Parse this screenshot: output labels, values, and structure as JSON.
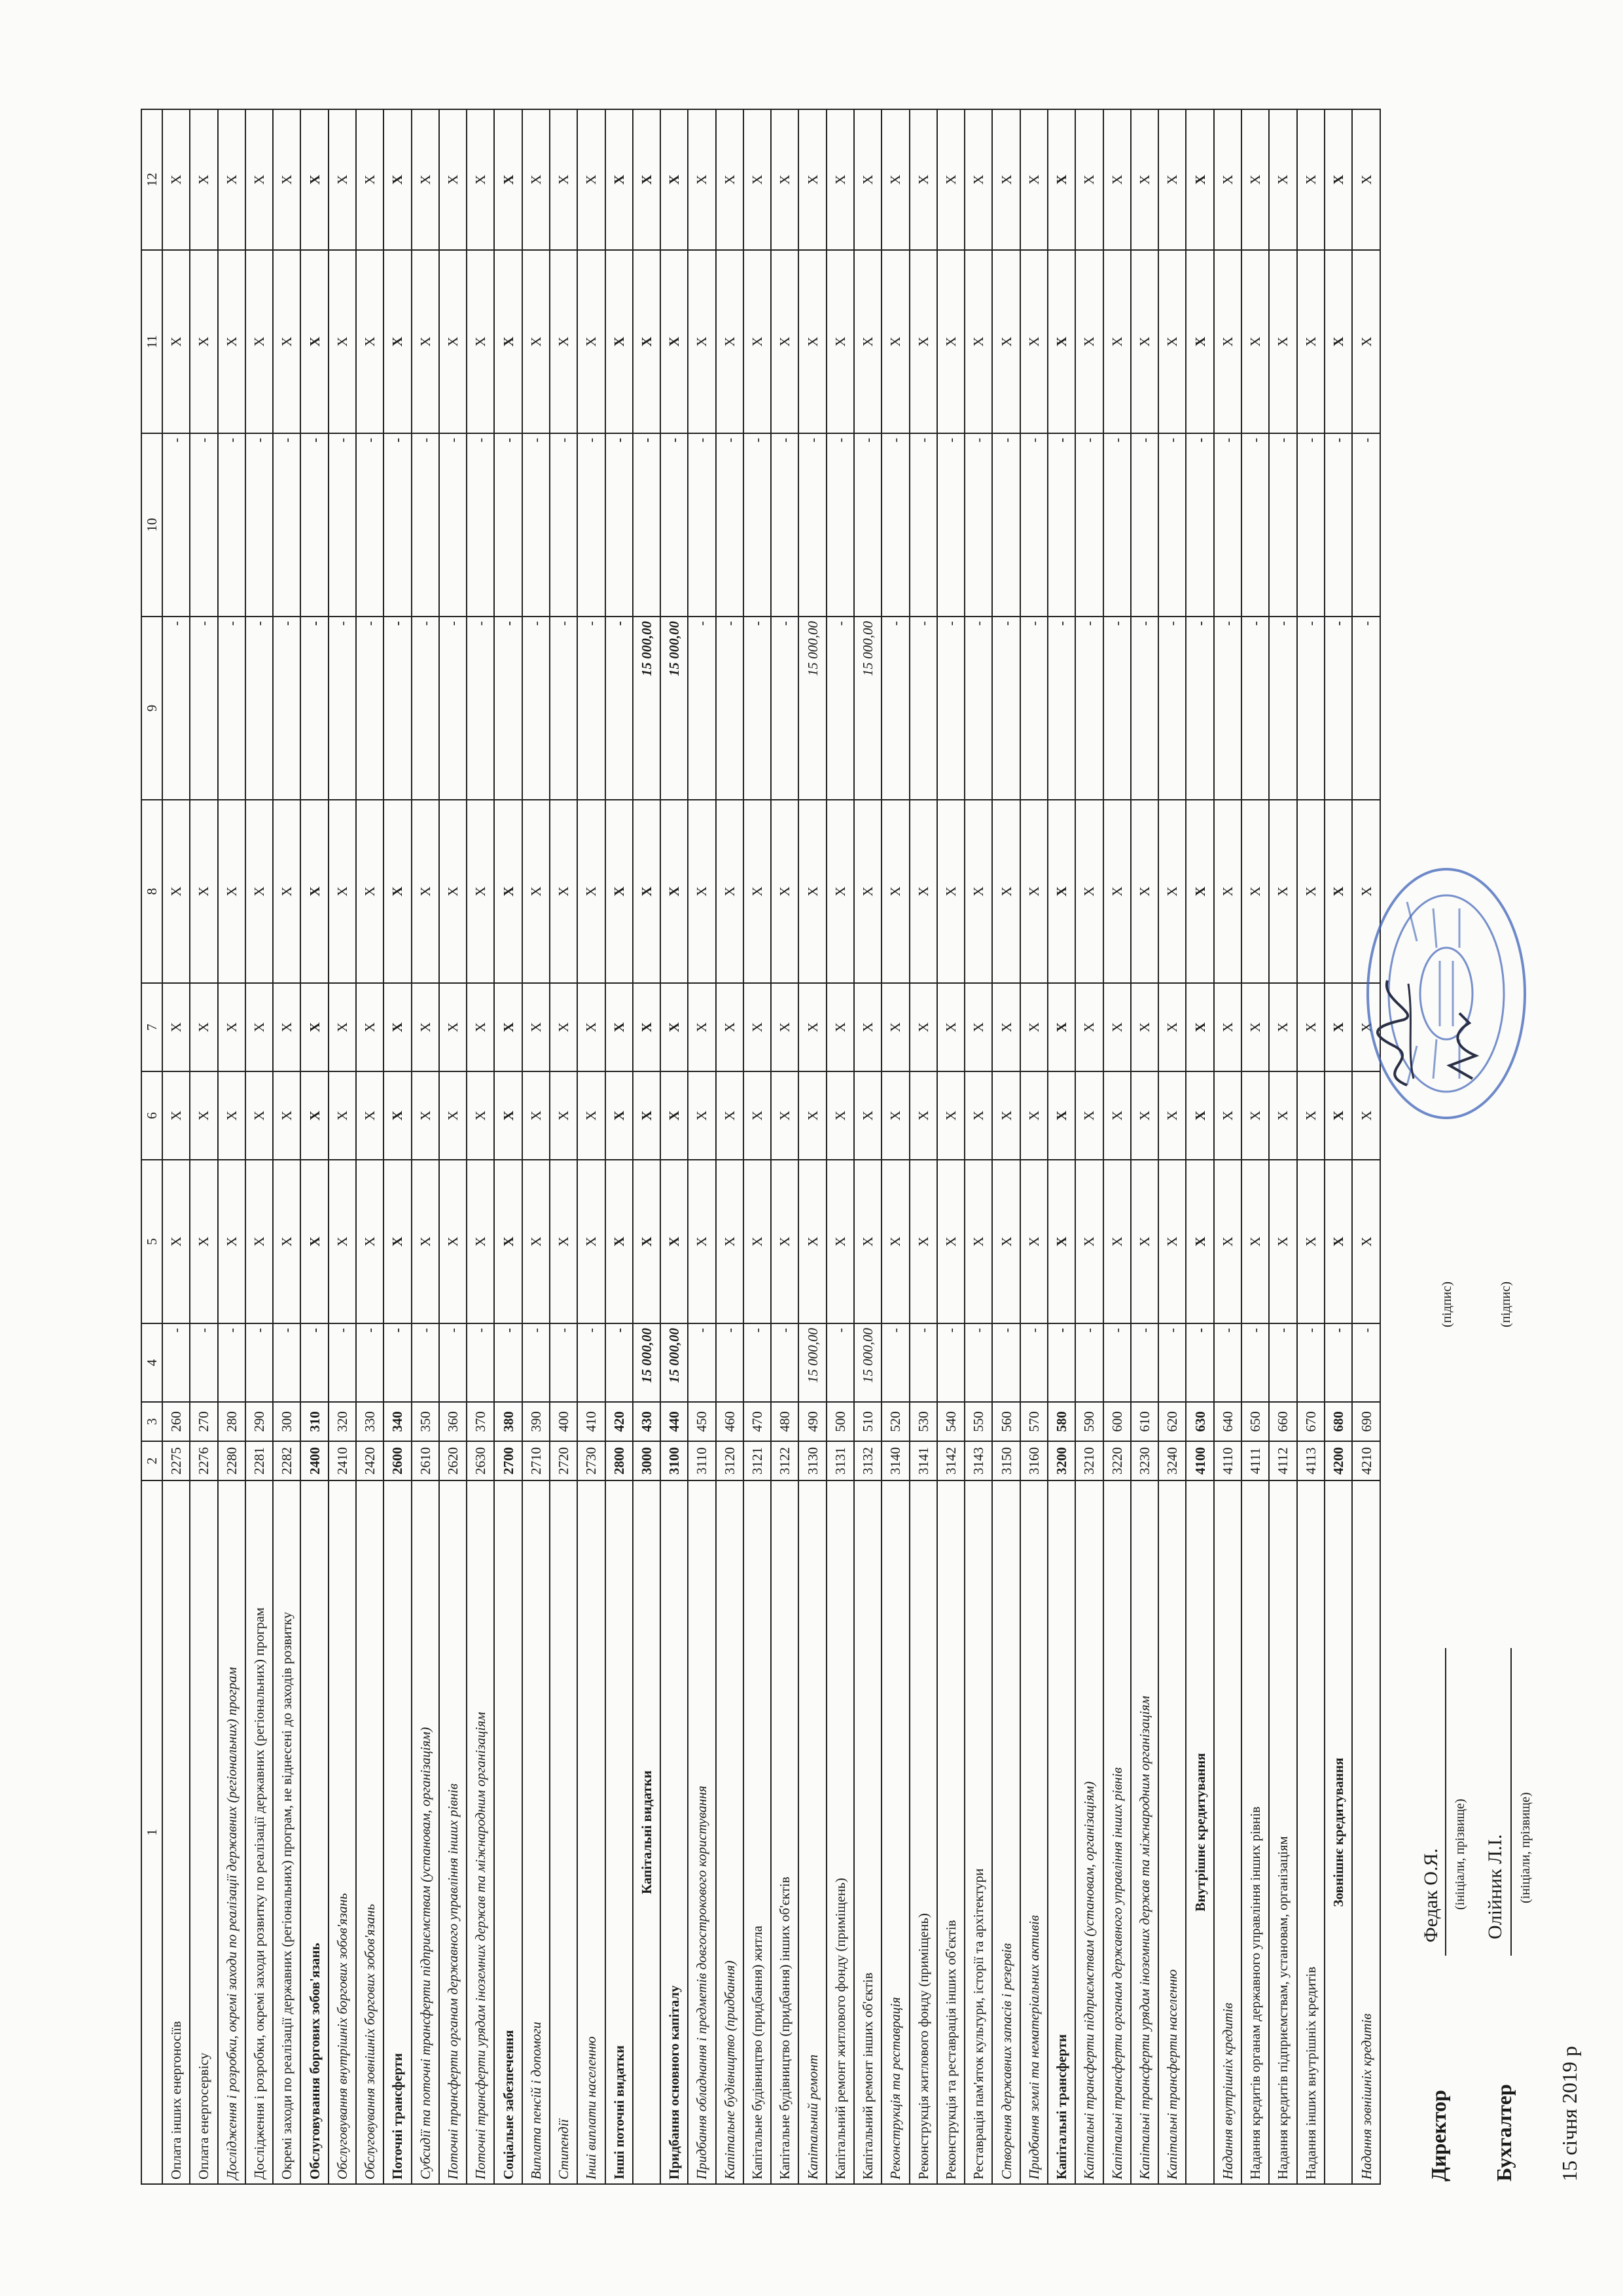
{
  "header": [
    "1",
    "2",
    "3",
    "4",
    "5",
    "6",
    "7",
    "8",
    "9",
    "10",
    "11",
    "12"
  ],
  "rows": [
    {
      "name": "Оплата інших енергоносіїв",
      "kekv": "2275",
      "line": "260",
      "s": ""
    },
    {
      "name": "Оплата енергосервісу",
      "kekv": "2276",
      "line": "270",
      "s": ""
    },
    {
      "name": "Дослідження і розробки, окремі заходи по реалізації державних (регіональних) програм",
      "kekv": "2280",
      "line": "280",
      "s": "i"
    },
    {
      "name": "Дослідження і розробки, окремі заходи розвитку по реалізації державних (регіональних) програм",
      "kekv": "2281",
      "line": "290",
      "s": ""
    },
    {
      "name": "Окремі заходи по реалізації державних (регіональних) програм, не віднесені до заходів розвитку",
      "kekv": "2282",
      "line": "300",
      "s": ""
    },
    {
      "name": "Обслуговування боргових зобов'язань",
      "kekv": "2400",
      "line": "310",
      "s": "b"
    },
    {
      "name": "Обслуговування внутрішніх боргових зобов'язань",
      "kekv": "2410",
      "line": "320",
      "s": "i"
    },
    {
      "name": "Обслуговування зовнішніх боргових зобов'язань",
      "kekv": "2420",
      "line": "330",
      "s": "i"
    },
    {
      "name": "Поточні трансферти",
      "kekv": "2600",
      "line": "340",
      "s": "b"
    },
    {
      "name": "Субсидії та поточні трансферти підприємствам (установам, організаціям)",
      "kekv": "2610",
      "line": "350",
      "s": "i"
    },
    {
      "name": "Поточні трансферти органам державного управління інших рівнів",
      "kekv": "2620",
      "line": "360",
      "s": "i"
    },
    {
      "name": "Поточні трансферти урядам іноземних держав та міжнародним організаціям",
      "kekv": "2630",
      "line": "370",
      "s": "i"
    },
    {
      "name": "Соціальне забезпечення",
      "kekv": "2700",
      "line": "380",
      "s": "b"
    },
    {
      "name": "Виплата пенсій і допомоги",
      "kekv": "2710",
      "line": "390",
      "s": "i"
    },
    {
      "name": "Стипендії",
      "kekv": "2720",
      "line": "400",
      "s": "i"
    },
    {
      "name": "Інші виплати населенню",
      "kekv": "2730",
      "line": "410",
      "s": "i"
    },
    {
      "name": "Інші поточні видатки",
      "kekv": "2800",
      "line": "420",
      "s": "b"
    },
    {
      "name": "Капітальні видатки",
      "kekv": "3000",
      "line": "430",
      "s": "c",
      "v4": "15 000,00",
      "v9": "15 000,00"
    },
    {
      "name": "Придбання основного капіталу",
      "kekv": "3100",
      "line": "440",
      "s": "b",
      "v4": "15 000,00",
      "v9": "15 000,00"
    },
    {
      "name": "Придбання обладнання і предметів довгострокового користування",
      "kekv": "3110",
      "line": "450",
      "s": "i"
    },
    {
      "name": "Капітальне будівництво (придбання)",
      "kekv": "3120",
      "line": "460",
      "s": "i"
    },
    {
      "name": "Капітальне будівництво (придбання) житла",
      "kekv": "3121",
      "line": "470",
      "s": ""
    },
    {
      "name": "Капітальне будівництво (придбання) інших об'єктів",
      "kekv": "3122",
      "line": "480",
      "s": ""
    },
    {
      "name": "Капітальний ремонт",
      "kekv": "3130",
      "line": "490",
      "s": "i",
      "v4": "15 000,00",
      "v9": "15 000,00"
    },
    {
      "name": "Капітальний ремонт житлового фонду (приміщень)",
      "kekv": "3131",
      "line": "500",
      "s": ""
    },
    {
      "name": "Капітальний ремонт інших об'єктів",
      "kekv": "3132",
      "line": "510",
      "s": "",
      "v4": "15 000,00",
      "v9": "15 000,00"
    },
    {
      "name": "Реконструкція та реставрація",
      "kekv": "3140",
      "line": "520",
      "s": "i"
    },
    {
      "name": "Реконструкція житлового фонду (приміщень)",
      "kekv": "3141",
      "line": "530",
      "s": ""
    },
    {
      "name": "Реконструкція та реставрація інших об'єктів",
      "kekv": "3142",
      "line": "540",
      "s": ""
    },
    {
      "name": "Реставрація пам'яток культури, історії та архітектури",
      "kekv": "3143",
      "line": "550",
      "s": ""
    },
    {
      "name": "Створення державних запасів і резервів",
      "kekv": "3150",
      "line": "560",
      "s": "i"
    },
    {
      "name": "Придбання землі та нематеріальних активів",
      "kekv": "3160",
      "line": "570",
      "s": "i"
    },
    {
      "name": "Капітальні трансферти",
      "kekv": "3200",
      "line": "580",
      "s": "b"
    },
    {
      "name": "Капітальні трансферти підприємствам (установам, організаціям)",
      "kekv": "3210",
      "line": "590",
      "s": "i"
    },
    {
      "name": "Капітальні трансферти органам державного управління інших рівнів",
      "kekv": "3220",
      "line": "600",
      "s": "i"
    },
    {
      "name": "Капітальні трансферти урядам іноземних держав та міжнародним організаціям",
      "kekv": "3230",
      "line": "610",
      "s": "i"
    },
    {
      "name": "Капітальні трансферти населенню",
      "kekv": "3240",
      "line": "620",
      "s": "i"
    },
    {
      "name": "Внутрішнє кредитування",
      "kekv": "4100",
      "line": "630",
      "s": "c"
    },
    {
      "name": "Надання внутрішніх кредитів",
      "kekv": "4110",
      "line": "640",
      "s": "i"
    },
    {
      "name": "Надання кредитів органам державного управління інших рівнів",
      "kekv": "4111",
      "line": "650",
      "s": ""
    },
    {
      "name": "Надання кредитів підприємствам, установам, організаціям",
      "kekv": "4112",
      "line": "660",
      "s": ""
    },
    {
      "name": "Надання інших внутрішніх кредитів",
      "kekv": "4113",
      "line": "670",
      "s": ""
    },
    {
      "name": "Зовнішнє кредитування",
      "kekv": "4200",
      "line": "680",
      "s": "c"
    },
    {
      "name": "Надання зовнішніх кредитів",
      "kekv": "4210",
      "line": "690",
      "s": "i"
    }
  ],
  "marks": {
    "dash": "-",
    "cross": "X"
  },
  "signatures": {
    "director_label": "Директор",
    "director_name": "Федак О.Я.",
    "accountant_label": "Бухгалтер",
    "accountant_name": "Олійник Л.І.",
    "signature_caption": "(підпис)",
    "name_caption": "(ініціали, прізвище)"
  },
  "date": "15 січня 2019 р",
  "colors": {
    "stamp": "#3f63b8",
    "ink": "#1b1b1b",
    "signature": "#2a2f45"
  }
}
